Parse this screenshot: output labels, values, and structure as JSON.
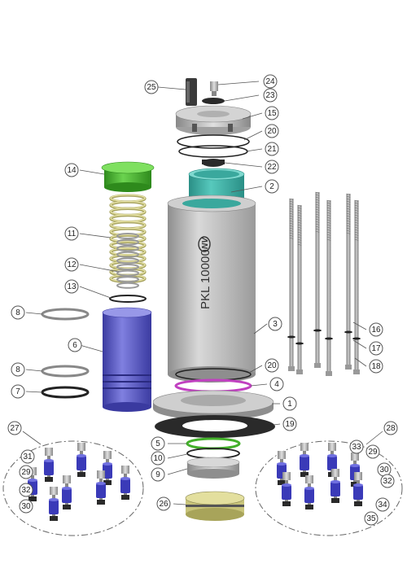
{
  "product_label": "PKL 10000",
  "logo_text": "NV",
  "colors": {
    "housing": "#bfbfbf",
    "flange": "#c8c8c8",
    "teal_insert": "#3fb3a8",
    "green_cap": "#43b02a",
    "spring": "#d8d49a",
    "blue_cylinder": "#6060c8",
    "gasket_black": "#2a2a2a",
    "purple_ring": "#c040c0",
    "dark_part": "#3a3a3a"
  },
  "callouts": [
    {
      "id": "c1",
      "label": "1"
    },
    {
      "id": "c2",
      "label": "2"
    },
    {
      "id": "c3",
      "label": "3"
    },
    {
      "id": "c4",
      "label": "4"
    },
    {
      "id": "c5",
      "label": "5"
    },
    {
      "id": "c6",
      "label": "6"
    },
    {
      "id": "c7",
      "label": "7"
    },
    {
      "id": "c8a",
      "label": "8"
    },
    {
      "id": "c8b",
      "label": "8"
    },
    {
      "id": "c9",
      "label": "9"
    },
    {
      "id": "c10",
      "label": "10"
    },
    {
      "id": "c11",
      "label": "11"
    },
    {
      "id": "c12",
      "label": "12"
    },
    {
      "id": "c13",
      "label": "13"
    },
    {
      "id": "c14",
      "label": "14"
    },
    {
      "id": "c15",
      "label": "15"
    },
    {
      "id": "c16",
      "label": "16"
    },
    {
      "id": "c17",
      "label": "17"
    },
    {
      "id": "c18",
      "label": "18"
    },
    {
      "id": "c19",
      "label": "19"
    },
    {
      "id": "c20a",
      "label": "20"
    },
    {
      "id": "c20b",
      "label": "20"
    },
    {
      "id": "c21",
      "label": "21"
    },
    {
      "id": "c22",
      "label": "22"
    },
    {
      "id": "c23",
      "label": "23"
    },
    {
      "id": "c24",
      "label": "24"
    },
    {
      "id": "c25",
      "label": "25"
    },
    {
      "id": "c26",
      "label": "26"
    },
    {
      "id": "c27",
      "label": "27"
    },
    {
      "id": "c28",
      "label": "28"
    },
    {
      "id": "c29a",
      "label": "29"
    },
    {
      "id": "c29b",
      "label": "29"
    },
    {
      "id": "c30a",
      "label": "30"
    },
    {
      "id": "c30b",
      "label": "30"
    },
    {
      "id": "c31",
      "label": "31"
    },
    {
      "id": "c32a",
      "label": "32"
    },
    {
      "id": "c32b",
      "label": "32"
    },
    {
      "id": "c33",
      "label": "33"
    },
    {
      "id": "c34",
      "label": "34"
    },
    {
      "id": "c35",
      "label": "35"
    }
  ]
}
